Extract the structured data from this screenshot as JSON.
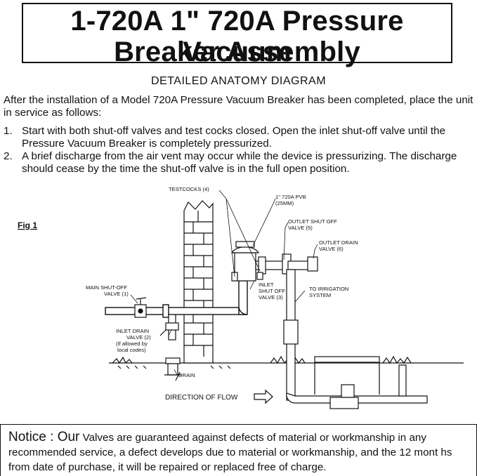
{
  "header": {
    "title_line1": "1-720A 1\" 720A Pressure Vacuum",
    "title_line2": "Breaker Assembly",
    "subtitle": "DETAILED ANATOMY DIAGRAM"
  },
  "instructions": {
    "intro": "After the installation of a Model 720A Pressure Vacuum Breaker has been completed, place the unit in service as follows:",
    "steps": [
      {
        "num": "1.",
        "text": "Start with both shut-off valves and test cocks closed. Open the inlet shut-off valve until the  Pressure Vacuum Breaker is completely pressurized."
      },
      {
        "num": "2.",
        "text": "A brief discharge from the air vent may occur while the device is pressurizing. The discharge should cease by the time the shut-off valve is in the full open position."
      }
    ]
  },
  "diagram": {
    "fig_label": "Fig 1",
    "labels": {
      "testcocks": "TESTCOCKS (4)",
      "pvb_1": "1\" 720A PVB",
      "pvb_2": "(25MM)",
      "outlet_shutoff_1": "OUTLET SHUT OFF",
      "outlet_shutoff_2": "VALVE (5)",
      "outlet_drain_1": "OUTLET DRAIN",
      "outlet_drain_2": "VALVE (6)",
      "main_shutoff_1": "MAIN SHUT-OFF",
      "main_shutoff_2": "VALVE (1)",
      "inlet_shutoff_1": "INLET",
      "inlet_shutoff_2": "SHUT OFF",
      "inlet_shutoff_3": "VALVE (3)",
      "to_irrigation_1": "TO IRRIGATION",
      "to_irrigation_2": "SYSTEM",
      "inlet_drain_1": "INLET DRAIN",
      "inlet_drain_2": "VALVE (2)",
      "inlet_drain_3": "(If allowed by",
      "inlet_drain_4": "local codes)",
      "drain": "DRAIN",
      "direction": "DIRECTION OF FLOW"
    }
  },
  "notice": {
    "lead": "Notice : Our",
    "text": " Valves are guaranteed against defects of material or workmanship in any recommended service, a defect develops due to material or workmanship, and the 12 mont hs from date of purchase, it will be repaired or replaced free of charge."
  }
}
